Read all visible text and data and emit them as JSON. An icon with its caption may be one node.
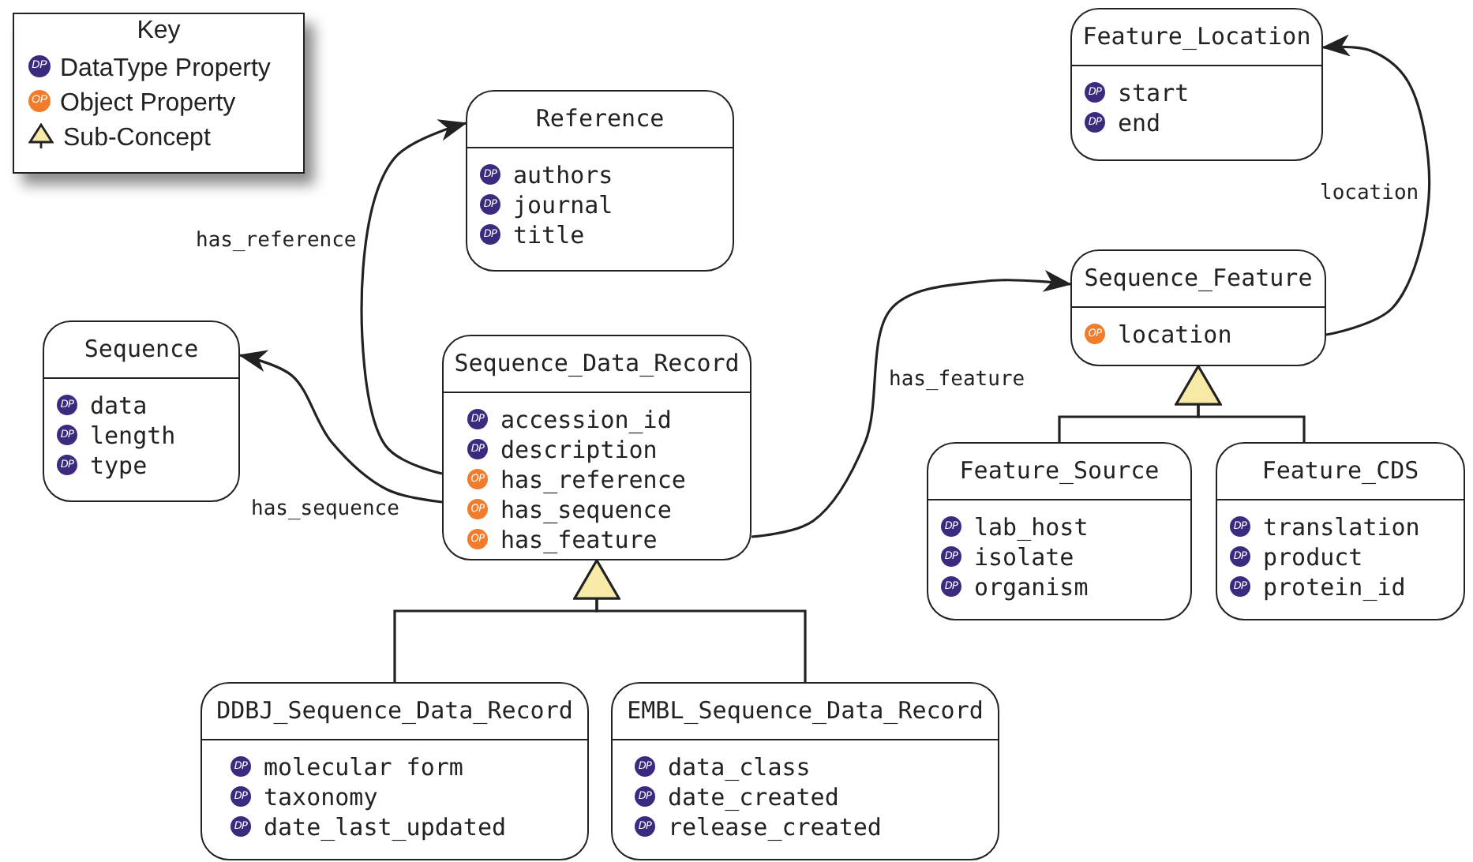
{
  "diagram": {
    "nodes": [
      {
        "text": [
          "Reference"
        ]
      },
      {
        "text": [
          "DP",
          "authors"
        ],
        "in": 0
      },
      {
        "text": [
          "DP",
          "journal"
        ],
        "in": 0
      },
      {
        "text": [
          "DP",
          "title"
        ],
        "in": 0
      },
      {
        "text": [
          "Feature_Location"
        ]
      },
      {
        "text": [
          "DP",
          "start"
        ],
        "in": 4
      },
      {
        "text": [
          "DP",
          "end"
        ],
        "in": 4
      },
      {
        "text": [
          "Sequence_Feature"
        ]
      },
      {
        "text": [
          "OP",
          "location"
        ],
        "in": 7
      },
      {
        "text": [
          "Sequence"
        ]
      },
      {
        "text": [
          "DP",
          "data"
        ],
        "in": 9
      },
      {
        "text": [
          "DP",
          "length"
        ],
        "in": 9
      },
      {
        "text": [
          "DP",
          "type"
        ],
        "in": 9
      },
      {
        "text": [
          "Sequence_Data_Record"
        ]
      },
      {
        "text": [
          "DP",
          "accession_id"
        ],
        "in": 13
      },
      {
        "text": [
          "DP",
          "description"
        ],
        "in": 13
      },
      {
        "text": [
          "OP",
          "has_reference"
        ],
        "in": 13
      },
      {
        "text": [
          "OP",
          "has_sequence"
        ],
        "in": 13
      },
      {
        "text": [
          "OP",
          "has_feature"
        ],
        "in": 13
      },
      {
        "text": [
          "Feature_Source"
        ]
      },
      {
        "text": [
          "DP",
          "lab_host"
        ],
        "in": 19
      },
      {
        "text": [
          "DP",
          "isolate"
        ],
        "in": 19
      },
      {
        "text": [
          "DP",
          "organism"
        ],
        "in": 19
      },
      {
        "text": [
          "Feature_CDS"
        ]
      },
      {
        "text": [
          "DP",
          "translation"
        ],
        "in": 23
      },
      {
        "text": [
          "DP",
          "product"
        ],
        "in": 23
      },
      {
        "text": [
          "DP",
          "protein_id"
        ],
        "in": 23
      },
      {
        "text": [
          "DDBJ_Sequence_Data_Record"
        ]
      },
      {
        "text": [
          "DP",
          "molecular form"
        ],
        "in": 27
      },
      {
        "text": [
          "DP",
          "taxonomy"
        ],
        "in": 27
      },
      {
        "text": [
          "DP",
          "date_last_updated"
        ],
        "in": 27
      },
      {
        "text": [
          "EMBL_Sequence_Data_Record"
        ]
      },
      {
        "text": [
          "DP",
          "data_class"
        ],
        "in": 31
      },
      {
        "text": [
          "DP",
          "date_created"
        ],
        "in": 31
      },
      {
        "text": [
          "DP",
          "release_created"
        ],
        "in": 31
      }
    ],
    "edges": [
      {
        "from": 13,
        "to": 0,
        "arrow": "to",
        "label": "has_reference"
      },
      {
        "from": 13,
        "to": 9,
        "arrow": "to",
        "label": "has_sequence"
      },
      {
        "from": 13,
        "to": 7,
        "arrow": "to",
        "label": "has_feature"
      },
      {
        "from": 7,
        "to": 4,
        "arrow": "to",
        "label": "location"
      },
      {
        "from": 27,
        "to": 13,
        "arrow": "to"
      },
      {
        "from": 31,
        "to": 13,
        "arrow": "to"
      },
      {
        "from": 19,
        "to": 7,
        "arrow": "to"
      },
      {
        "from": 23,
        "to": 7,
        "arrow": "to"
      }
    ],
    "labels": [
      "Key",
      "DP",
      "OP"
    ],
    "legend": [
      {
        "text": "DataType Property",
        "color": "#3b2a7e"
      },
      {
        "text": "Object Property",
        "color": "#f07c2c"
      },
      {
        "text": "Sub-Concept"
      }
    ]
  }
}
